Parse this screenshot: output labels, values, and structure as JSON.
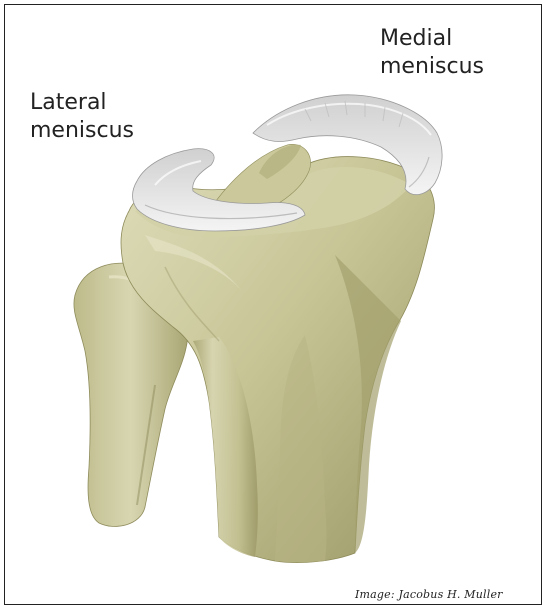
{
  "labels": {
    "lateral_line1": "Lateral",
    "lateral_line2": "meniscus",
    "medial_line1": "Medial",
    "medial_line2": "meniscus"
  },
  "credit": "Image: Jacobus H. Muller",
  "colors": {
    "bone": "#c9c79a",
    "bone_shadow": "#9f9b6a",
    "bone_highlight": "#e1dfbf",
    "meniscus": "#e6e6e6",
    "meniscus_shadow": "#a9a9a9"
  }
}
